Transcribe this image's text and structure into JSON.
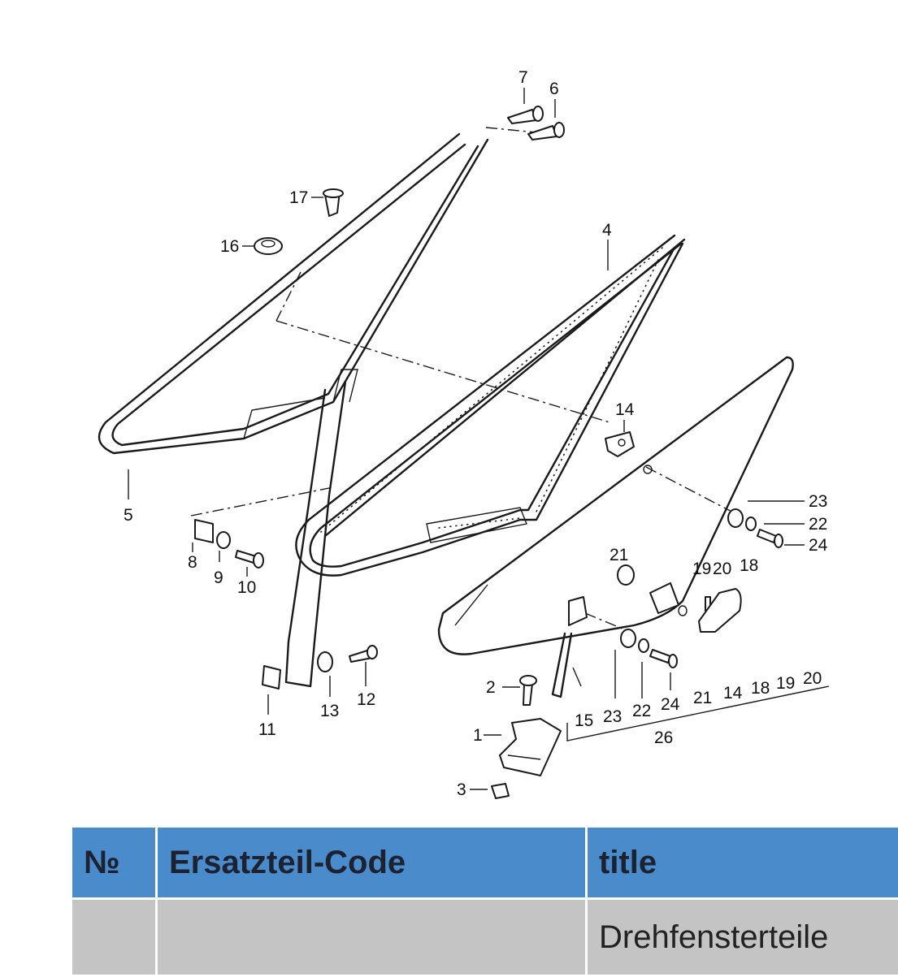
{
  "diagram": {
    "callouts": [
      "1",
      "2",
      "3",
      "4",
      "5",
      "6",
      "7",
      "8",
      "9",
      "10",
      "11",
      "12",
      "13",
      "14",
      "15",
      "16",
      "17",
      "18",
      "19",
      "20",
      "21",
      "22",
      "23",
      "24",
      "26"
    ],
    "group_callouts": [
      "21",
      "14",
      "18",
      "19",
      "20"
    ]
  },
  "table": {
    "headers": [
      "№",
      "Ersatzteil-Code",
      "title"
    ],
    "rows": [
      {
        "no": "",
        "code": "",
        "title": "Drehfensterteile"
      }
    ]
  },
  "colors": {
    "header_bg": "#4a8ccb",
    "row_bg": "#c4c4c4"
  }
}
